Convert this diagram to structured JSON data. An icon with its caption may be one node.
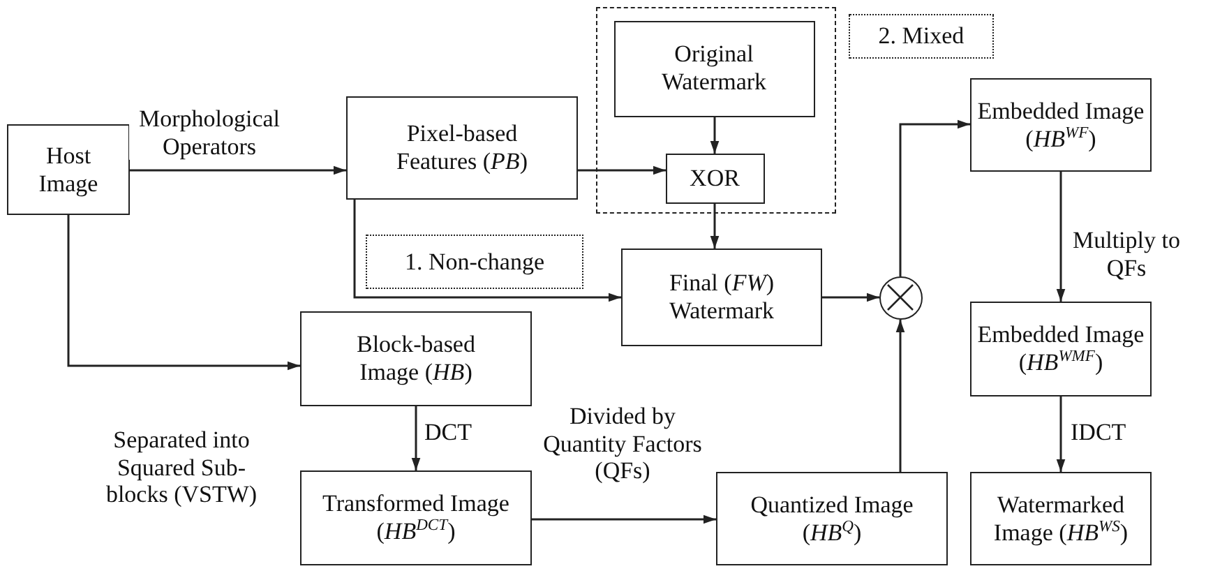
{
  "diagram": {
    "nodes": [
      {
        "text": [
          "Host Image"
        ]
      },
      {
        "text": [
          "Pixel-based Features (*PB*)"
        ]
      },
      {
        "text": [],
        "shape": "box"
      },
      {
        "text": [
          "Original Watermark"
        ],
        "in": 2
      },
      {
        "text": [
          "XOR"
        ],
        "in": 2
      },
      {
        "text": [
          "2. Mixed"
        ]
      },
      {
        "text": [
          "1. Non-change"
        ]
      },
      {
        "text": [
          "Final (*FW*) Watermark"
        ]
      },
      {
        "text": [],
        "shape": "circle"
      },
      {
        "text": [
          "Embedded Image (*HB*$^{WF}$)"
        ]
      },
      {
        "text": [
          "Block-based Image (*HB*)"
        ]
      },
      {
        "text": [
          "Embedded Image (*HB*$^{WMF}$)"
        ]
      },
      {
        "text": [
          "Transformed Image (*HB*$^{DCT}$)"
        ]
      },
      {
        "text": [
          "Quantized Image (*HB*$^{Q}$)"
        ]
      },
      {
        "text": [
          "Watermarked Image (*HB*$^{WS}$)"
        ]
      }
    ],
    "edges": [
      {
        "from": 0,
        "to": 1,
        "arrow": "to",
        "label": "Morphological Operators"
      },
      {
        "from": 0,
        "to": 10,
        "arrow": "to",
        "label": "Separated into Squared Sub-blocks (VSTW)"
      },
      {
        "from": 1,
        "to": 4,
        "arrow": "to"
      },
      {
        "from": 3,
        "to": 4,
        "arrow": "to"
      },
      {
        "from": 4,
        "to": 7,
        "arrow": "to"
      },
      {
        "from": 1,
        "to": 7,
        "arrow": "to"
      },
      {
        "from": 7,
        "to": 8,
        "arrow": "to"
      },
      {
        "from": 13,
        "to": 8,
        "arrow": "to"
      },
      {
        "from": 8,
        "to": 9,
        "arrow": "to"
      },
      {
        "from": 10,
        "to": 12,
        "arrow": "to",
        "label": "DCT"
      },
      {
        "from": 12,
        "to": 13,
        "arrow": "to",
        "label": "Divided by Quantity Factors (QFs)"
      },
      {
        "from": 9,
        "to": 11,
        "arrow": "to",
        "label": "Multiply to QFs"
      },
      {
        "from": 11,
        "to": 14,
        "arrow": "to",
        "label": "IDCT"
      }
    ]
  }
}
